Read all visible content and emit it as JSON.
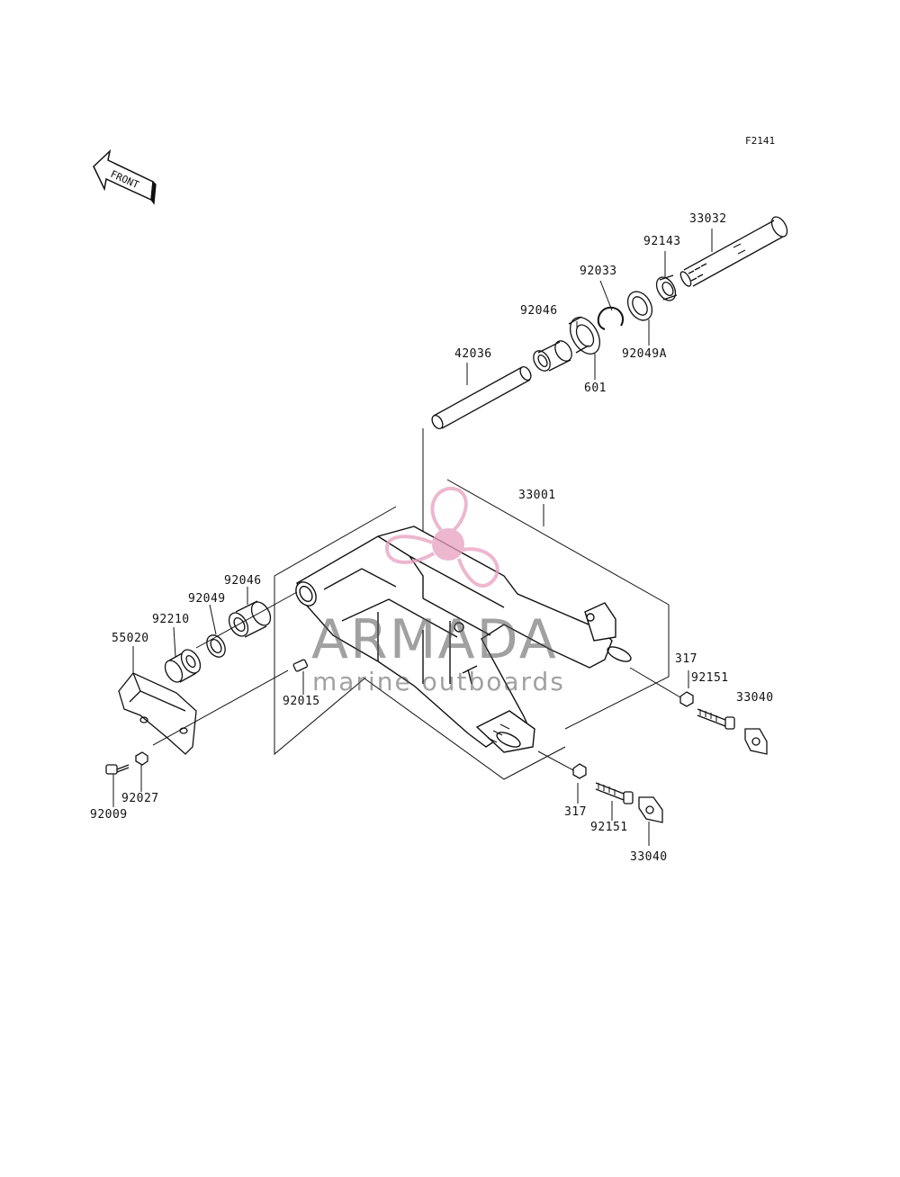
{
  "figure_code": "F2141",
  "front_arrow_text": "FRONT",
  "watermark": {
    "title": "ARMADA",
    "subtitle": "marine outboards",
    "accent_color": "#e8a0bf"
  },
  "labels": [
    {
      "id": "33032",
      "text": "33032"
    },
    {
      "id": "92143",
      "text": "92143"
    },
    {
      "id": "92033",
      "text": "92033"
    },
    {
      "id": "92046a",
      "text": "92046"
    },
    {
      "id": "92049A",
      "text": "92049A"
    },
    {
      "id": "42036",
      "text": "42036"
    },
    {
      "id": "601",
      "text": "601"
    },
    {
      "id": "33001",
      "text": "33001"
    },
    {
      "id": "92046b",
      "text": "92046"
    },
    {
      "id": "92049",
      "text": "92049"
    },
    {
      "id": "92210",
      "text": "92210"
    },
    {
      "id": "55020",
      "text": "55020"
    },
    {
      "id": "92015",
      "text": "92015"
    },
    {
      "id": "317a",
      "text": "317"
    },
    {
      "id": "92151a",
      "text": "92151"
    },
    {
      "id": "33040a",
      "text": "33040"
    },
    {
      "id": "92027",
      "text": "92027"
    },
    {
      "id": "92009",
      "text": "92009"
    },
    {
      "id": "317b",
      "text": "317"
    },
    {
      "id": "92151b",
      "text": "92151"
    },
    {
      "id": "33040b",
      "text": "33040"
    }
  ]
}
